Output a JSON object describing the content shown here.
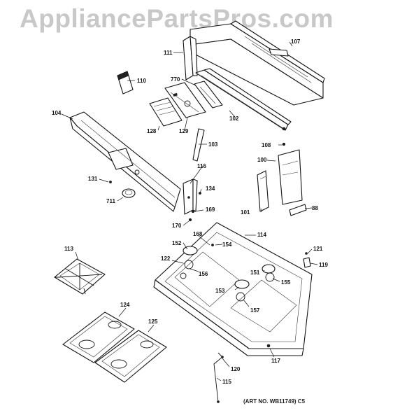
{
  "watermark": "AppliancePartsPros.com",
  "art_number": "(ART NO. WB11749)  C5",
  "parts": {
    "p100": "100",
    "p101": "101",
    "p102": "102",
    "p103": "103",
    "p104": "104",
    "p107": "107",
    "p108": "108",
    "p110": "110",
    "p111": "111",
    "p113": "113",
    "p114": "114",
    "p115": "115",
    "p116": "116",
    "p117": "117",
    "p119": "119",
    "p120": "120",
    "p121": "121",
    "p122": "122",
    "p124": "124",
    "p125": "125",
    "p128": "128",
    "p129": "129",
    "p131": "131",
    "p134": "134",
    "p151": "151",
    "p152": "152",
    "p153": "153",
    "p154": "154",
    "p155": "155",
    "p156": "156",
    "p157": "157",
    "p168": "168",
    "p169": "169",
    "p170": "170",
    "p711": "711",
    "p770": "770",
    "p88": "88"
  }
}
